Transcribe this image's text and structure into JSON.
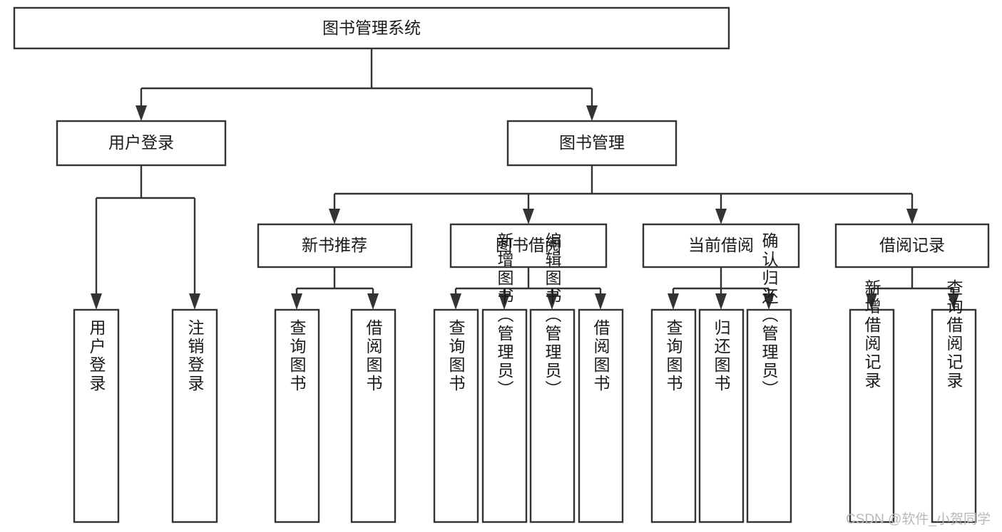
{
  "diagram": {
    "type": "tree-hierarchy",
    "title": "图书管理系统",
    "colors": {
      "box_border": "#333333",
      "box_fill": "#ffffff",
      "edge": "#333333",
      "text": "#1a1a1a",
      "background": "#ffffff",
      "watermark": "#b9b9b9"
    },
    "root": {
      "label": "图书管理系统",
      "orientation": "horizontal"
    },
    "level2": [
      {
        "label": "用户登录",
        "orientation": "horizontal"
      },
      {
        "label": "图书管理",
        "orientation": "horizontal"
      }
    ],
    "level3": [
      {
        "label": "新书推荐",
        "orientation": "horizontal",
        "parent": "图书管理"
      },
      {
        "label": "图书借阅",
        "orientation": "horizontal",
        "parent": "图书管理"
      },
      {
        "label": "当前借阅",
        "orientation": "horizontal",
        "parent": "图书管理"
      },
      {
        "label": "借阅记录",
        "orientation": "horizontal",
        "parent": "图书管理"
      }
    ],
    "leaves": [
      {
        "label": "用户登录",
        "orientation": "vertical",
        "parent": "用户登录"
      },
      {
        "label": "注销登录",
        "orientation": "vertical",
        "parent": "用户登录"
      },
      {
        "label": "查询图书",
        "orientation": "vertical",
        "parent": "新书推荐"
      },
      {
        "label": "借阅图书",
        "orientation": "vertical",
        "parent": "新书推荐"
      },
      {
        "label": "查询图书",
        "orientation": "vertical",
        "parent": "图书借阅"
      },
      {
        "label": "新增图书（管理员）",
        "orientation": "vertical",
        "parent": "图书借阅"
      },
      {
        "label": "编辑图书（管理员）",
        "orientation": "vertical",
        "parent": "图书借阅"
      },
      {
        "label": "借阅图书",
        "orientation": "vertical",
        "parent": "图书借阅"
      },
      {
        "label": "查询图书",
        "orientation": "vertical",
        "parent": "当前借阅"
      },
      {
        "label": "归还图书",
        "orientation": "vertical",
        "parent": "当前借阅"
      },
      {
        "label": "确认归还（管理员）",
        "orientation": "vertical",
        "parent": "当前借阅"
      },
      {
        "label": "新增借阅记录",
        "orientation": "vertical",
        "parent": "借阅记录"
      },
      {
        "label": "查询借阅记录",
        "orientation": "vertical",
        "parent": "借阅记录"
      }
    ]
  },
  "watermark": {
    "text": "CSDN @软件_小贺同学"
  }
}
